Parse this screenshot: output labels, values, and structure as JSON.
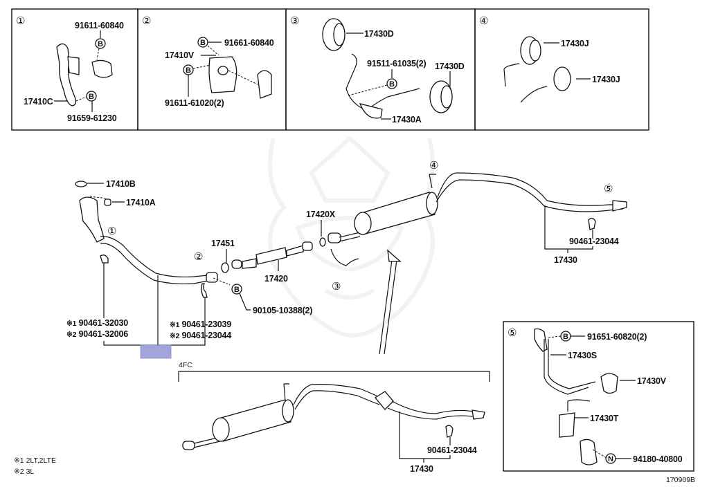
{
  "diagram_id": "170909B",
  "accent_highlight_color": "#a3a3dd",
  "callouts": [
    "①",
    "②",
    "③",
    "④",
    "⑤"
  ],
  "detail_boxes": {
    "box1": {
      "number": "①",
      "labels": {
        "bolt_top": "91611-60840",
        "bracket": "17410C",
        "bolt_bottom": "91659-61230"
      },
      "fastener_symbol": "B"
    },
    "box2": {
      "number": "②",
      "labels": {
        "bolt_top": "91661-60840",
        "bracket": "17410V",
        "bolt_left": "91611-61020(2)"
      },
      "fastener_symbol": "B"
    },
    "box3": {
      "number": "③",
      "labels": {
        "cushion_top": "17430D",
        "bolt": "91511-61035(2)",
        "cushion_right": "17430D",
        "bracket": "17430A"
      },
      "fastener_symbol": "B"
    },
    "box4": {
      "number": "④",
      "labels": {
        "cushion_top": "17430J",
        "cushion_bottom": "17430J"
      }
    },
    "box5": {
      "number": "⑤",
      "labels": {
        "bolt": "91651-60820(2)",
        "bracket_s": "17430S",
        "cushion_v": "17430V",
        "bracket_t": "17430T",
        "nut": "94180-40800"
      },
      "fastener_symbols": [
        "B",
        "N"
      ]
    }
  },
  "main_assembly": {
    "gasket_b": "17410B",
    "gasket_a": "17410A",
    "gasket_17451": "17451",
    "center_pipe": "17420",
    "gasket_x": "17420X",
    "tail_pipe": "17430",
    "tail_clamp": "90461-23044",
    "flange_bolt": "90105-10388(2)",
    "fastener_symbol": "B",
    "front_clamp_left": [
      {
        "mark": "※1",
        "part": "90461-32030"
      },
      {
        "mark": "※2",
        "part": "90461-32006"
      }
    ],
    "front_clamp_right": [
      {
        "mark": "※1",
        "part": "90461-23039"
      },
      {
        "mark": "※2",
        "part": "90461-23044"
      }
    ]
  },
  "variant_4fc": {
    "label": "4FC",
    "tail_pipe": "17430",
    "tail_clamp": "90461-23044"
  },
  "footnotes": [
    {
      "mark": "※1",
      "text": "2LT,2LTE"
    },
    {
      "mark": "※2",
      "text": "3L"
    }
  ]
}
